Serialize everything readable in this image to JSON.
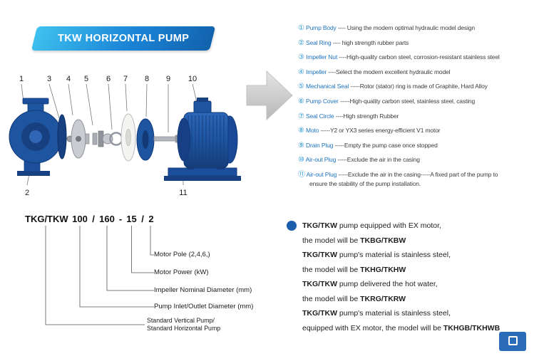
{
  "banner": {
    "title": "TKW HORIZONTAL PUMP"
  },
  "diagram": {
    "numbers_top": [
      "1",
      "3",
      "4",
      "5",
      "6",
      "7",
      "8",
      "9",
      "10"
    ],
    "numbers_bottom": [
      "2",
      "11"
    ]
  },
  "parts_list": [
    {
      "num": "①",
      "name": "Pump Body",
      "desc": "---- Using the modern optimal hydraulic model design"
    },
    {
      "num": "②",
      "name": "Seal Ring",
      "desc": "---- high strength rubber parts"
    },
    {
      "num": "③",
      "name": "Impeller Nut",
      "desc": "----High-quality carbon steel, corrosion-resistant stainless steel"
    },
    {
      "num": "④",
      "name": "Impeller",
      "desc": "----Select the modern excellent hydraulic model"
    },
    {
      "num": "⑤",
      "name": "Mechanical Seal",
      "desc": "-----Rotor (stator) ring is made of Graphite, Hard Alloy"
    },
    {
      "num": "⑥",
      "name": "Pump Cover",
      "desc": "-----High-quality carbon steel, stainless steel, casting"
    },
    {
      "num": "⑦",
      "name": "Seal Circle",
      "desc": "----High strength Rubber"
    },
    {
      "num": "⑧",
      "name": "Moto",
      "desc": "-----Y2 or YX3 series energy-efficient V1 motor"
    },
    {
      "num": "⑨",
      "name": "Drain Plug",
      "desc": "-----Empty the pump case once stopped"
    },
    {
      "num": "⑩",
      "name": "Air-out Plug",
      "desc": "-----Exclude the air in the casing"
    },
    {
      "num": "⑪",
      "name": "Air-out Plug",
      "desc": "-----Exclude the air in the casing-----A fixed part of the pump to",
      "desc2": "ensure the stability of the pump installation."
    }
  ],
  "model_code": {
    "tokens": [
      "TKG/TKW",
      "100",
      "/",
      "160",
      "-",
      "15",
      "/",
      "2"
    ],
    "labels": {
      "motor_pole": "Motor Pole (2,4,6,)",
      "motor_power": "Motor Power (kW)",
      "impeller_diameter": "Impeller Nominal Diameter (mm)",
      "inlet_outlet": "Pump Inlet/Outlet Diameter (mm)",
      "standard_line1": "Standard Vertical Pump/",
      "standard_line2": "Standard Horizontal Pump"
    }
  },
  "notes": {
    "lines": [
      {
        "bold": "TKG/TKW",
        "post": " pump equipped with EX motor,"
      },
      {
        "pre": "the model will be ",
        "bold": "TKBG/TKBW"
      },
      {
        "bold": "TKG/TKW",
        "post": " pump's material is stainless steel,"
      },
      {
        "pre": "the model will be ",
        "bold": "TKHG/TKHW"
      },
      {
        "bold": "TKG/TKW",
        "post": " pump delivered the hot water,"
      },
      {
        "pre": "the model will be ",
        "bold": "TKRG/TKRW"
      },
      {
        "bold": "TKG/TKW",
        "post": " pump's material is stainless steel,"
      },
      {
        "pre": "equipped with EX motor, the model will be ",
        "bold": "TKHGB/TKHWB"
      }
    ]
  },
  "colors": {
    "banner_gradient_start": "#3fc3ef",
    "banner_gradient_end": "#1261ab",
    "accent_blue": "#1e73be",
    "number_teal": "#2f9bd6",
    "pump_blue": "#1d55a0",
    "arrow_gray": "#cfcfcf",
    "bullet_blue": "#1b5eab"
  }
}
